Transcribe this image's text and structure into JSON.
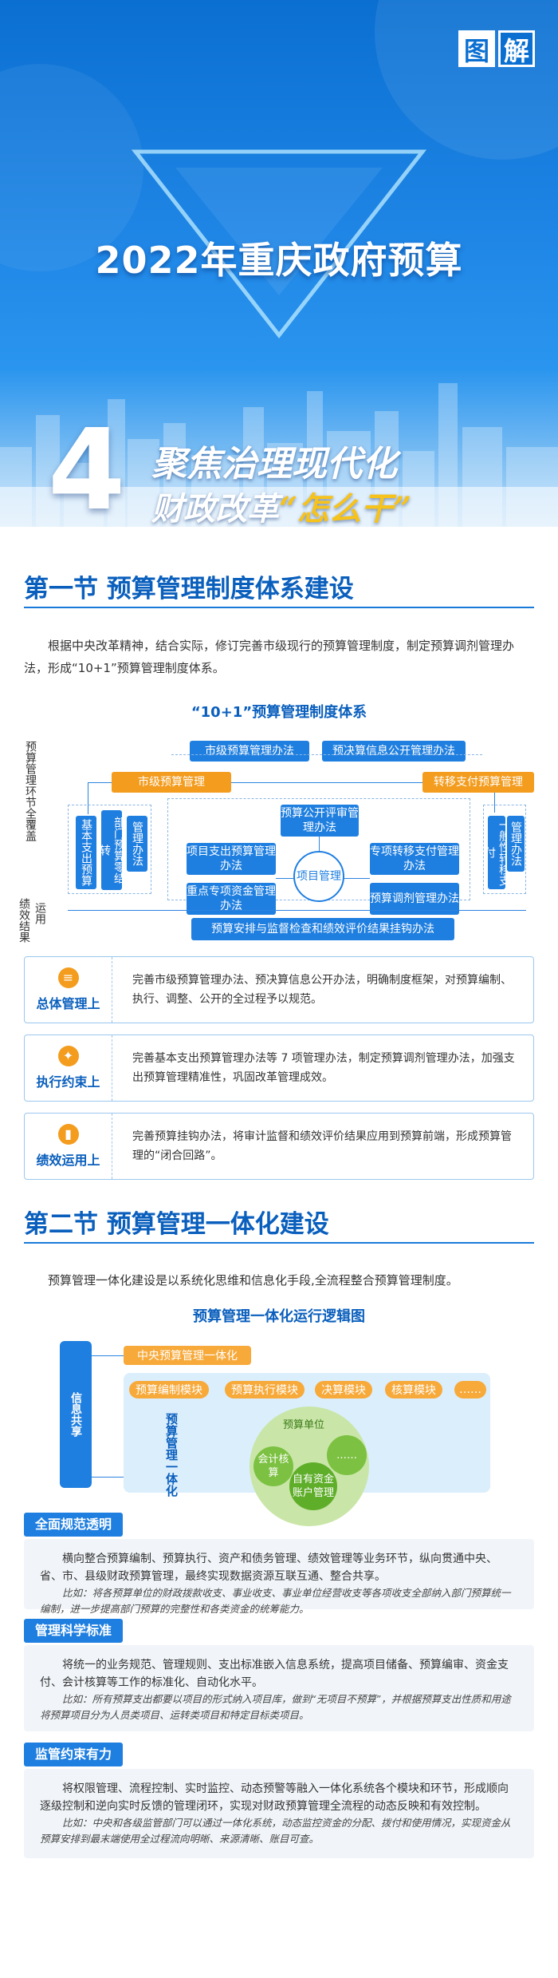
{
  "hero": {
    "badge_1": "图",
    "badge_2": "解",
    "title": "2022年重庆政府预算",
    "number": "4",
    "slogan_line1": "聚焦治理现代化",
    "slogan_line2_a": "财政改革",
    "slogan_line2_b": "“怎么干”"
  },
  "section1": {
    "title": "第一节  预算管理制度体系建设",
    "intro": "根据中央改革精神，结合实际，修订完善市级现行的预算管理制度，制定预算调剂管理办法，形成“10+1”预算管理制度体系。",
    "diagram_title": "“10+1”预算管理制度体系",
    "side_label_top": "预算管理环节全覆盖",
    "side_label_bottom_a": "绩效结果",
    "side_label_bottom_b": "运用",
    "boxes": {
      "city_budget_method": "市级预算管理办法",
      "final_info_public": "预决算信息公开管理办法",
      "city_budget_mgmt": "市级预算管理",
      "transfer_mgmt": "转移支付预算管理",
      "basic_expense": "基本支出预算",
      "dept_budget": "部门预算零结转",
      "mgmt_method_v": "管理办法",
      "public_review": "预算公开评审管理办法",
      "project_expense": "项目支出预算管理办法",
      "project_mgmt": "项目管理",
      "special_fund": "专项转移支付管理办法",
      "key_special": "重点专项资金管理办法",
      "budget_adjust": "预算调剂管理办法",
      "general_transfer": "一般性转移支付",
      "mgmt_method_v2": "管理办法",
      "linkage": "预算安排与监督检查和绩效评价结果挂钩办法"
    },
    "cards": [
      {
        "icon": "≡",
        "label": "总体管理上",
        "text": "完善市级预算管理办法、预决算信息公开办法，明确制度框架，对预算编制、执行、调整、公开的全过程予以规范。"
      },
      {
        "icon": "✦",
        "label": "执行约束上",
        "text": "完善基本支出预算管理办法等 7 项管理办法，制定预算调剂管理办法，加强支出预算管理精准性，巩固改革管理成效。"
      },
      {
        "icon": "▮",
        "label": "绩效运用上",
        "text": "完善预算挂钩办法，将审计监督和绩效评价结果应用到预算前端，形成预算管理的“闭合回路”。"
      }
    ]
  },
  "section2": {
    "title": "第二节  预算管理一体化建设",
    "intro": "预算管理一体化建设是以系统化思维和信息化手段,全流程整合预算管理制度。",
    "diagram_title": "预算管理一体化运行逻辑图",
    "info_share": "信息共享",
    "central": "中央预算管理一体化",
    "modules": [
      "预算编制模块",
      "预算执行模块",
      "决算模块",
      "核算模块",
      "……"
    ],
    "integration": "预算管理一体化",
    "unit": "预算单位",
    "accounting": "会计核算",
    "account_mgmt": "自有资金账户管理",
    "more": "……"
  },
  "blocks": [
    {
      "tag": "全面规范透明",
      "text": "横向整合预算编制、预算执行、资产和债务管理、绩效管理等业务环节，纵向贯通中央、省、市、县级财政预算管理，最终实现数据资源互联互通、整合共享。",
      "example": "比如：将各预算单位的财政拨款收支、事业收支、事业单位经营收支等各项收支全部纳入部门预算统一编制，进一步提高部门预算的完整性和各类资金的统筹能力。"
    },
    {
      "tag": "管理科学标准",
      "text": "将统一的业务规范、管理规则、支出标准嵌入信息系统，提高项目储备、预算编审、资金支付、会计核算等工作的标准化、自动化水平。",
      "example": "比如：所有预算支出都要以项目的形式纳入项目库，做到“无项目不预算”，并根据预算支出性质和用途将预算项目分为人员类项目、运转类项目和特定目标类项目。"
    },
    {
      "tag": "监管约束有力",
      "text": "将权限管理、流程控制、实时监控、动态预警等融入一体化系统各个模块和环节，形成顺向逐级控制和逆向实时反馈的管理闭环，实现对财政预算管理全流程的动态反映和有效控制。",
      "example": "比如：中央和各级监管部门可以通过一体化系统，动态监控资金的分配、拨付和使用情况，实现资金从预算安排到最末端使用全过程流向明晰、来源清晰、账目可查。"
    }
  ],
  "colors": {
    "primary": "#1f7fe0",
    "dark": "#0a5fbd",
    "accent": "#f39c1e",
    "green": "#7cc142"
  }
}
